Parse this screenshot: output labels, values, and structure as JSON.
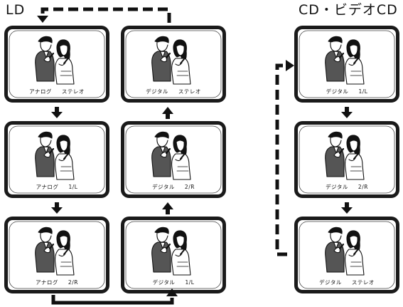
{
  "ld_section": {
    "title": "LD",
    "screens": [
      {
        "mode": "アナログ",
        "channel": "ステレオ"
      },
      {
        "mode": "アナログ",
        "channel": "1/L"
      },
      {
        "mode": "アナログ",
        "channel": "2/R"
      },
      {
        "mode": "デジタル",
        "channel": "1/L"
      },
      {
        "mode": "デジタル",
        "channel": "2/R"
      },
      {
        "mode": "デジタル",
        "channel": "ステレオ"
      }
    ]
  },
  "cd_section": {
    "title": "CD・ビデオCD",
    "screens": [
      {
        "mode": "デジタル",
        "channel": "1/L"
      },
      {
        "mode": "デジタル",
        "channel": "2/R"
      },
      {
        "mode": "デジタル",
        "channel": "ステレオ"
      }
    ]
  },
  "colors": {
    "frame": "#1a1a1a",
    "arrow": "#111111"
  }
}
